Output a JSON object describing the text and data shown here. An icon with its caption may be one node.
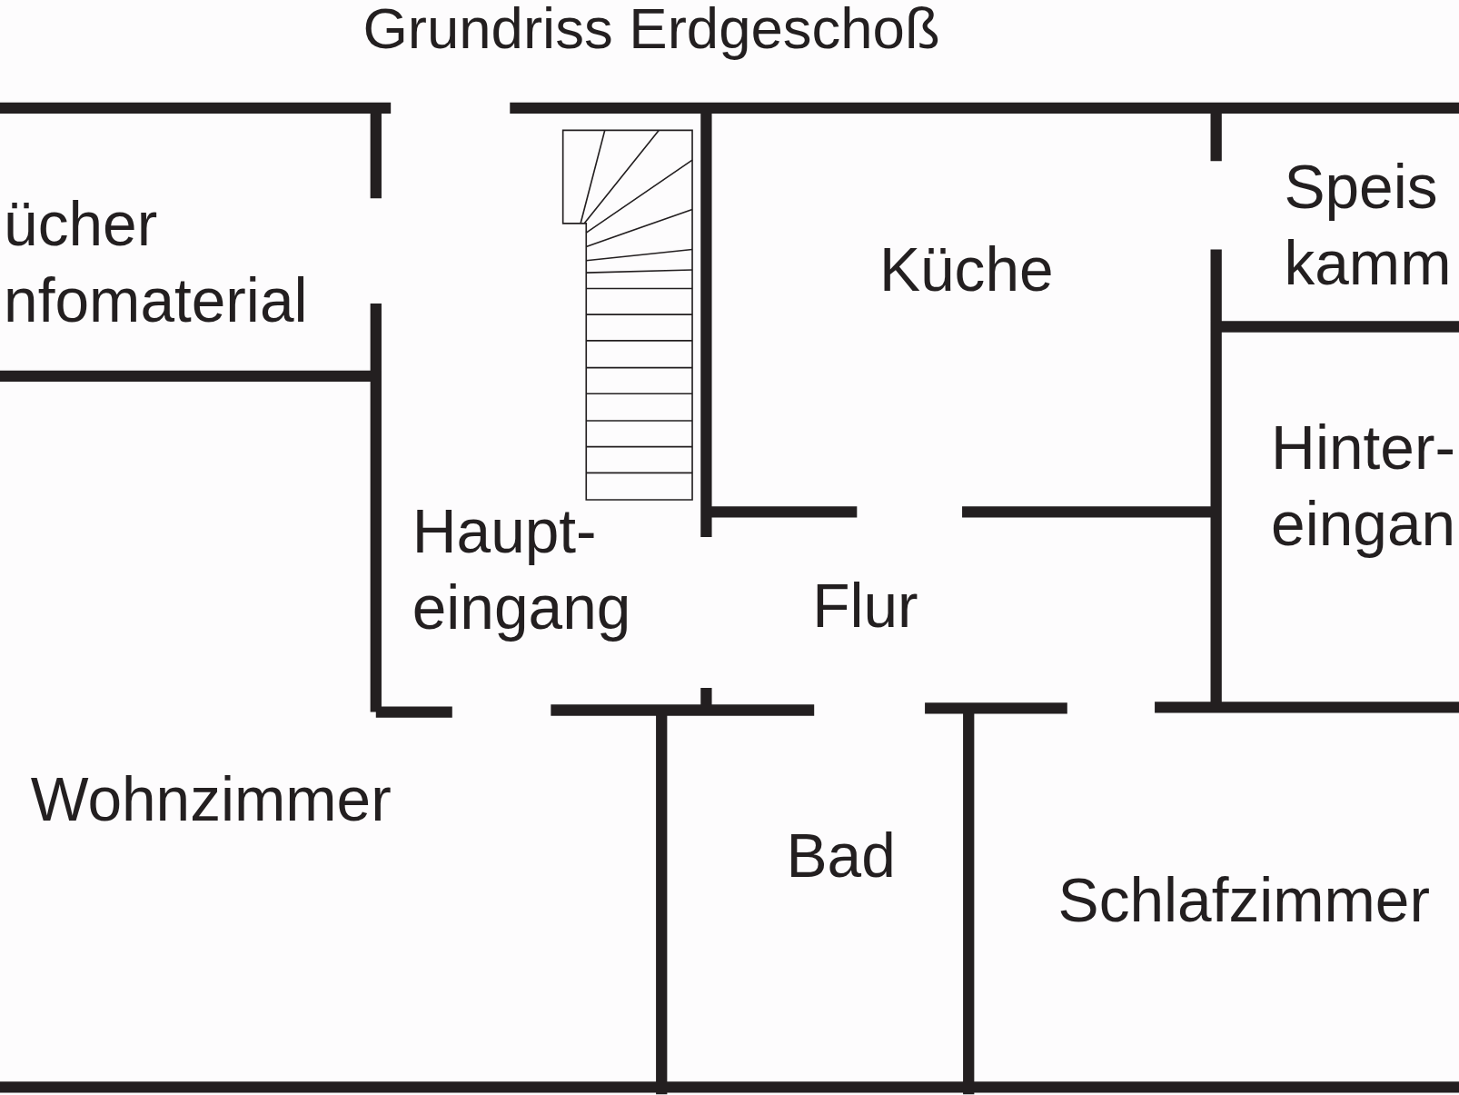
{
  "diagram": {
    "title": "Grundriss Erdgeschoß",
    "labels": [
      "ücher nfomaterial",
      "Küche",
      "Speis kamm",
      "Hinter- eingan",
      "Haupt- eingang",
      "Flur",
      "Wohnzimmer",
      "Bad",
      "Schlafzimmer"
    ]
  }
}
